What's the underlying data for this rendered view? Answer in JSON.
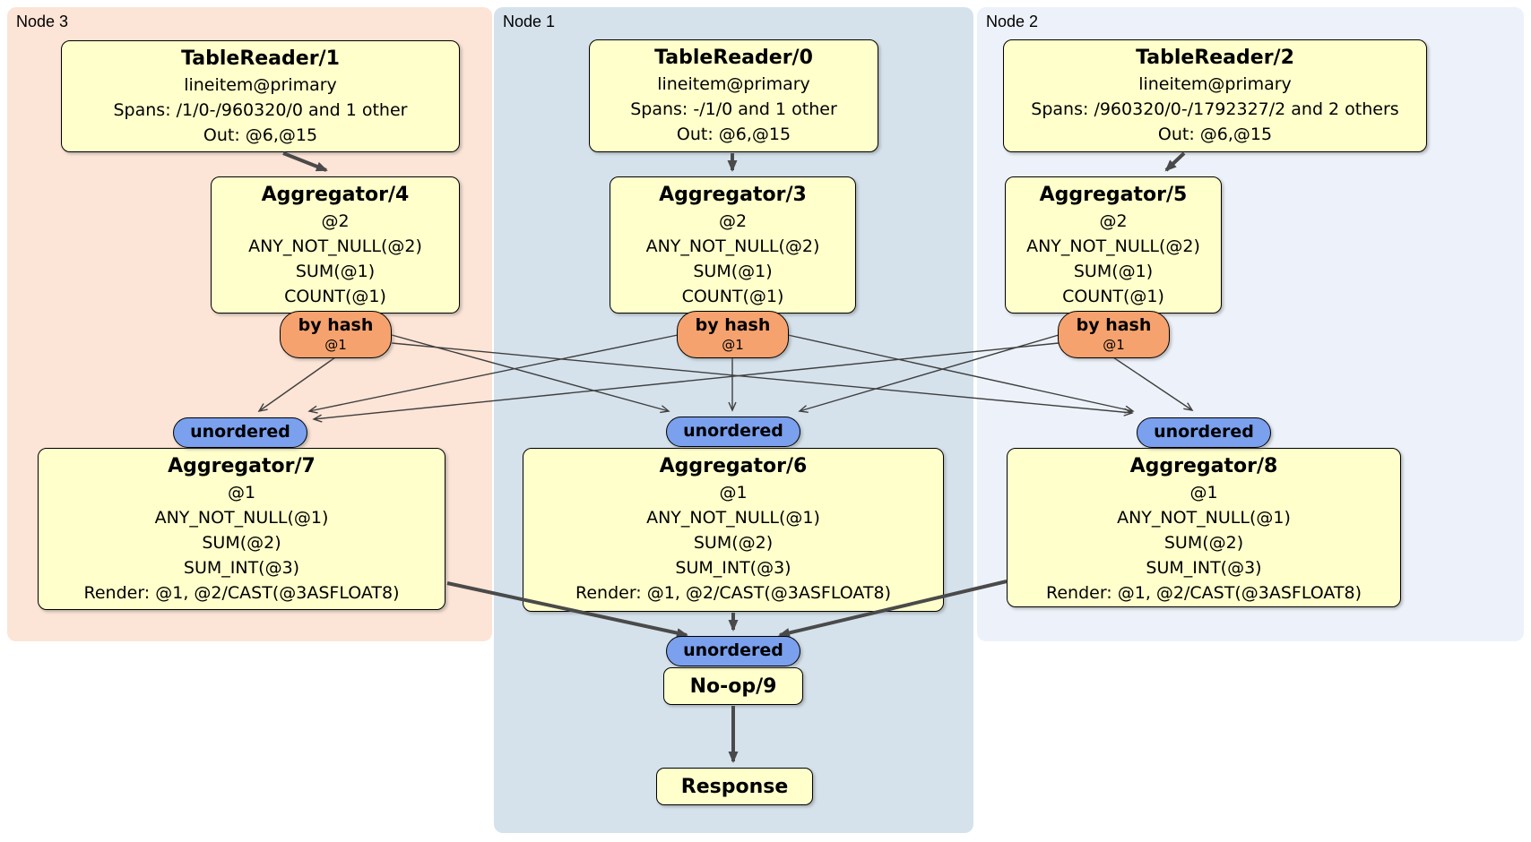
{
  "diagram": {
    "title_hint": "DistSQL physical plan",
    "regions": [
      {
        "id": "node3",
        "label": "Node 3",
        "bg": "#fce4d6"
      },
      {
        "id": "node1",
        "label": "Node 1",
        "bg": "#d5e2ec"
      },
      {
        "id": "node2",
        "label": "Node 2",
        "bg": "#edf2fa"
      }
    ],
    "processors": {
      "tablereader1": {
        "title": "TableReader/1",
        "lines": [
          "lineitem@primary",
          "Spans: /1/0-/960320/0 and 1 other",
          "Out: @6,@15"
        ]
      },
      "tablereader0": {
        "title": "TableReader/0",
        "lines": [
          "lineitem@primary",
          "Spans: -/1/0 and 1 other",
          "Out: @6,@15"
        ]
      },
      "tablereader2": {
        "title": "TableReader/2",
        "lines": [
          "lineitem@primary",
          "Spans: /960320/0-/1792327/2 and 2 others",
          "Out: @6,@15"
        ]
      },
      "aggregator4": {
        "title": "Aggregator/4",
        "lines": [
          "@2",
          "ANY_NOT_NULL(@2)",
          "SUM(@1)",
          "COUNT(@1)"
        ]
      },
      "aggregator3": {
        "title": "Aggregator/3",
        "lines": [
          "@2",
          "ANY_NOT_NULL(@2)",
          "SUM(@1)",
          "COUNT(@1)"
        ]
      },
      "aggregator5": {
        "title": "Aggregator/5",
        "lines": [
          "@2",
          "ANY_NOT_NULL(@2)",
          "SUM(@1)",
          "COUNT(@1)"
        ]
      },
      "aggregator7": {
        "title": "Aggregator/7",
        "lines": [
          "@1",
          "ANY_NOT_NULL(@1)",
          "SUM(@2)",
          "SUM_INT(@3)",
          "Render: @1, @2/CAST(@3ASFLOAT8)"
        ]
      },
      "aggregator6": {
        "title": "Aggregator/6",
        "lines": [
          "@1",
          "ANY_NOT_NULL(@1)",
          "SUM(@2)",
          "SUM_INT(@3)",
          "Render: @1, @2/CAST(@3ASFLOAT8)"
        ]
      },
      "aggregator8": {
        "title": "Aggregator/8",
        "lines": [
          "@1",
          "ANY_NOT_NULL(@1)",
          "SUM(@2)",
          "SUM_INT(@3)",
          "Render: @1, @2/CAST(@3ASFLOAT8)"
        ]
      },
      "noop9": {
        "title": "No-op/9"
      },
      "response": {
        "title": "Response"
      }
    },
    "routers": {
      "hash3": {
        "label": "by hash",
        "detail": "@1"
      },
      "hash1": {
        "label": "by hash",
        "detail": "@1"
      },
      "hash2": {
        "label": "by hash",
        "detail": "@1"
      }
    },
    "syncs": {
      "unordered3": {
        "label": "unordered"
      },
      "unordered1": {
        "label": "unordered"
      },
      "unordered2": {
        "label": "unordered"
      },
      "unordered_final": {
        "label": "unordered"
      }
    },
    "edges": [
      {
        "from": "tablereader1",
        "to": "aggregator4",
        "style": "thick"
      },
      {
        "from": "tablereader0",
        "to": "aggregator3",
        "style": "thick"
      },
      {
        "from": "tablereader2",
        "to": "aggregator5",
        "style": "thick"
      },
      {
        "from": "hash3",
        "to": "unordered3",
        "style": "thin"
      },
      {
        "from": "hash3",
        "to": "unordered1",
        "style": "thin"
      },
      {
        "from": "hash3",
        "to": "unordered2",
        "style": "thin"
      },
      {
        "from": "hash1",
        "to": "unordered3",
        "style": "thin"
      },
      {
        "from": "hash1",
        "to": "unordered1",
        "style": "thin"
      },
      {
        "from": "hash1",
        "to": "unordered2",
        "style": "thin"
      },
      {
        "from": "hash2",
        "to": "unordered3",
        "style": "thin"
      },
      {
        "from": "hash2",
        "to": "unordered1",
        "style": "thin"
      },
      {
        "from": "hash2",
        "to": "unordered2",
        "style": "thin"
      },
      {
        "from": "aggregator7",
        "to": "unordered_final",
        "style": "thick"
      },
      {
        "from": "aggregator6",
        "to": "unordered_final",
        "style": "thick"
      },
      {
        "from": "aggregator8",
        "to": "unordered_final",
        "style": "thick"
      },
      {
        "from": "unordered_final",
        "to": "noop9",
        "style": "adjacent"
      },
      {
        "from": "noop9",
        "to": "response",
        "style": "thick"
      }
    ],
    "colors": {
      "node3_bg": "#fce4d6",
      "node1_bg": "#d5e2ec",
      "node2_bg": "#edf2fa",
      "processor_fill": "#ffffcc",
      "router_fill": "#f5a26e",
      "sync_fill": "#7aa0ee",
      "border": "#000000",
      "edge_thin": "#3f3f3f",
      "edge_thick": "#4a4a4a"
    }
  }
}
